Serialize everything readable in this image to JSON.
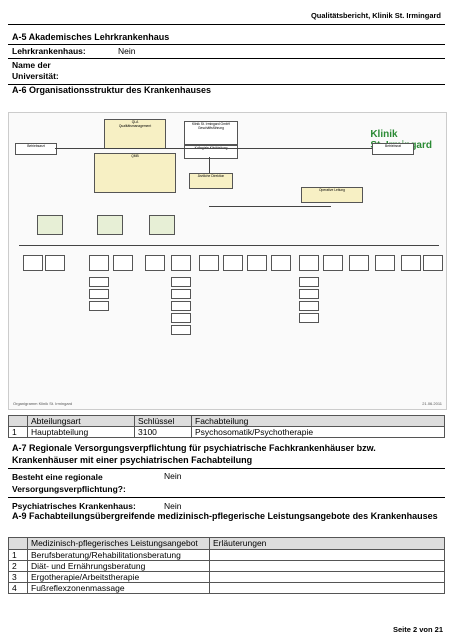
{
  "header": {
    "title": "Qualitätsbericht, Klinik St. Irmingard"
  },
  "section_a5": {
    "heading": "A-5 Akademisches Lehrkrankenhaus",
    "rows": [
      {
        "label": "Lehrkrankenhaus:",
        "value": "Nein"
      },
      {
        "label": "Name der Universität:",
        "value": ""
      }
    ]
  },
  "section_a6": {
    "heading": "A-6 Organisationsstruktur des Krankenhauses",
    "org_chart": {
      "logo_line1": "Klinik",
      "logo_line2": "St. Irmingard",
      "top_boxes": [
        "Klinik St. Irmingard GmbH Geschäftsführung",
        "Kollegiale Klinikleitung",
        "Betriebsrat",
        "Betriebsarzt"
      ],
      "qm_title": "QLA",
      "qm_sub": "Qualitätsmanagement",
      "qmb": "QMB",
      "mgmt_left": "Ärztliche Direktion",
      "mgmt_right": "Operative Leitung",
      "footer_left": "Organigramm Klinik St. Irmingard",
      "footer_right": "21.06.2011"
    }
  },
  "table_fachabteilung": {
    "headers": [
      "",
      "Abteilungsart",
      "Schlüssel",
      "Fachabteilung"
    ],
    "rows": [
      [
        "1",
        "Hauptabteilung",
        "3100",
        "Psychosomatik/Psychotherapie"
      ]
    ]
  },
  "section_a7": {
    "heading": "A-7 Regionale Versorgungsverpflichtung für psychiatrische Fachkrankenhäuser bzw. Krankenhäuser mit einer psychiatrischen Fachabteilung",
    "rows": [
      {
        "label": "Besteht eine regionale Versorgungsverpflichtung?:",
        "value": "Nein"
      },
      {
        "label": "Psychiatrisches Krankenhaus:",
        "value": "Nein"
      }
    ]
  },
  "section_a9": {
    "heading": "A-9 Fachabteilungsübergreifende medizinisch-pflegerische Leistungsangebote des Krankenhauses",
    "headers": [
      "",
      "Medizinisch-pflegerisches Leistungsangebot",
      "Erläuterungen"
    ],
    "rows": [
      [
        "1",
        "Berufsberatung/Rehabilitationsberatung",
        ""
      ],
      [
        "2",
        "Diät- und Ernährungsberatung",
        ""
      ],
      [
        "3",
        "Ergotherapie/Arbeitstherapie",
        ""
      ],
      [
        "4",
        "Fußreflexzonenmassage",
        ""
      ]
    ]
  },
  "footer": {
    "page": "Seite 2 von 21"
  }
}
